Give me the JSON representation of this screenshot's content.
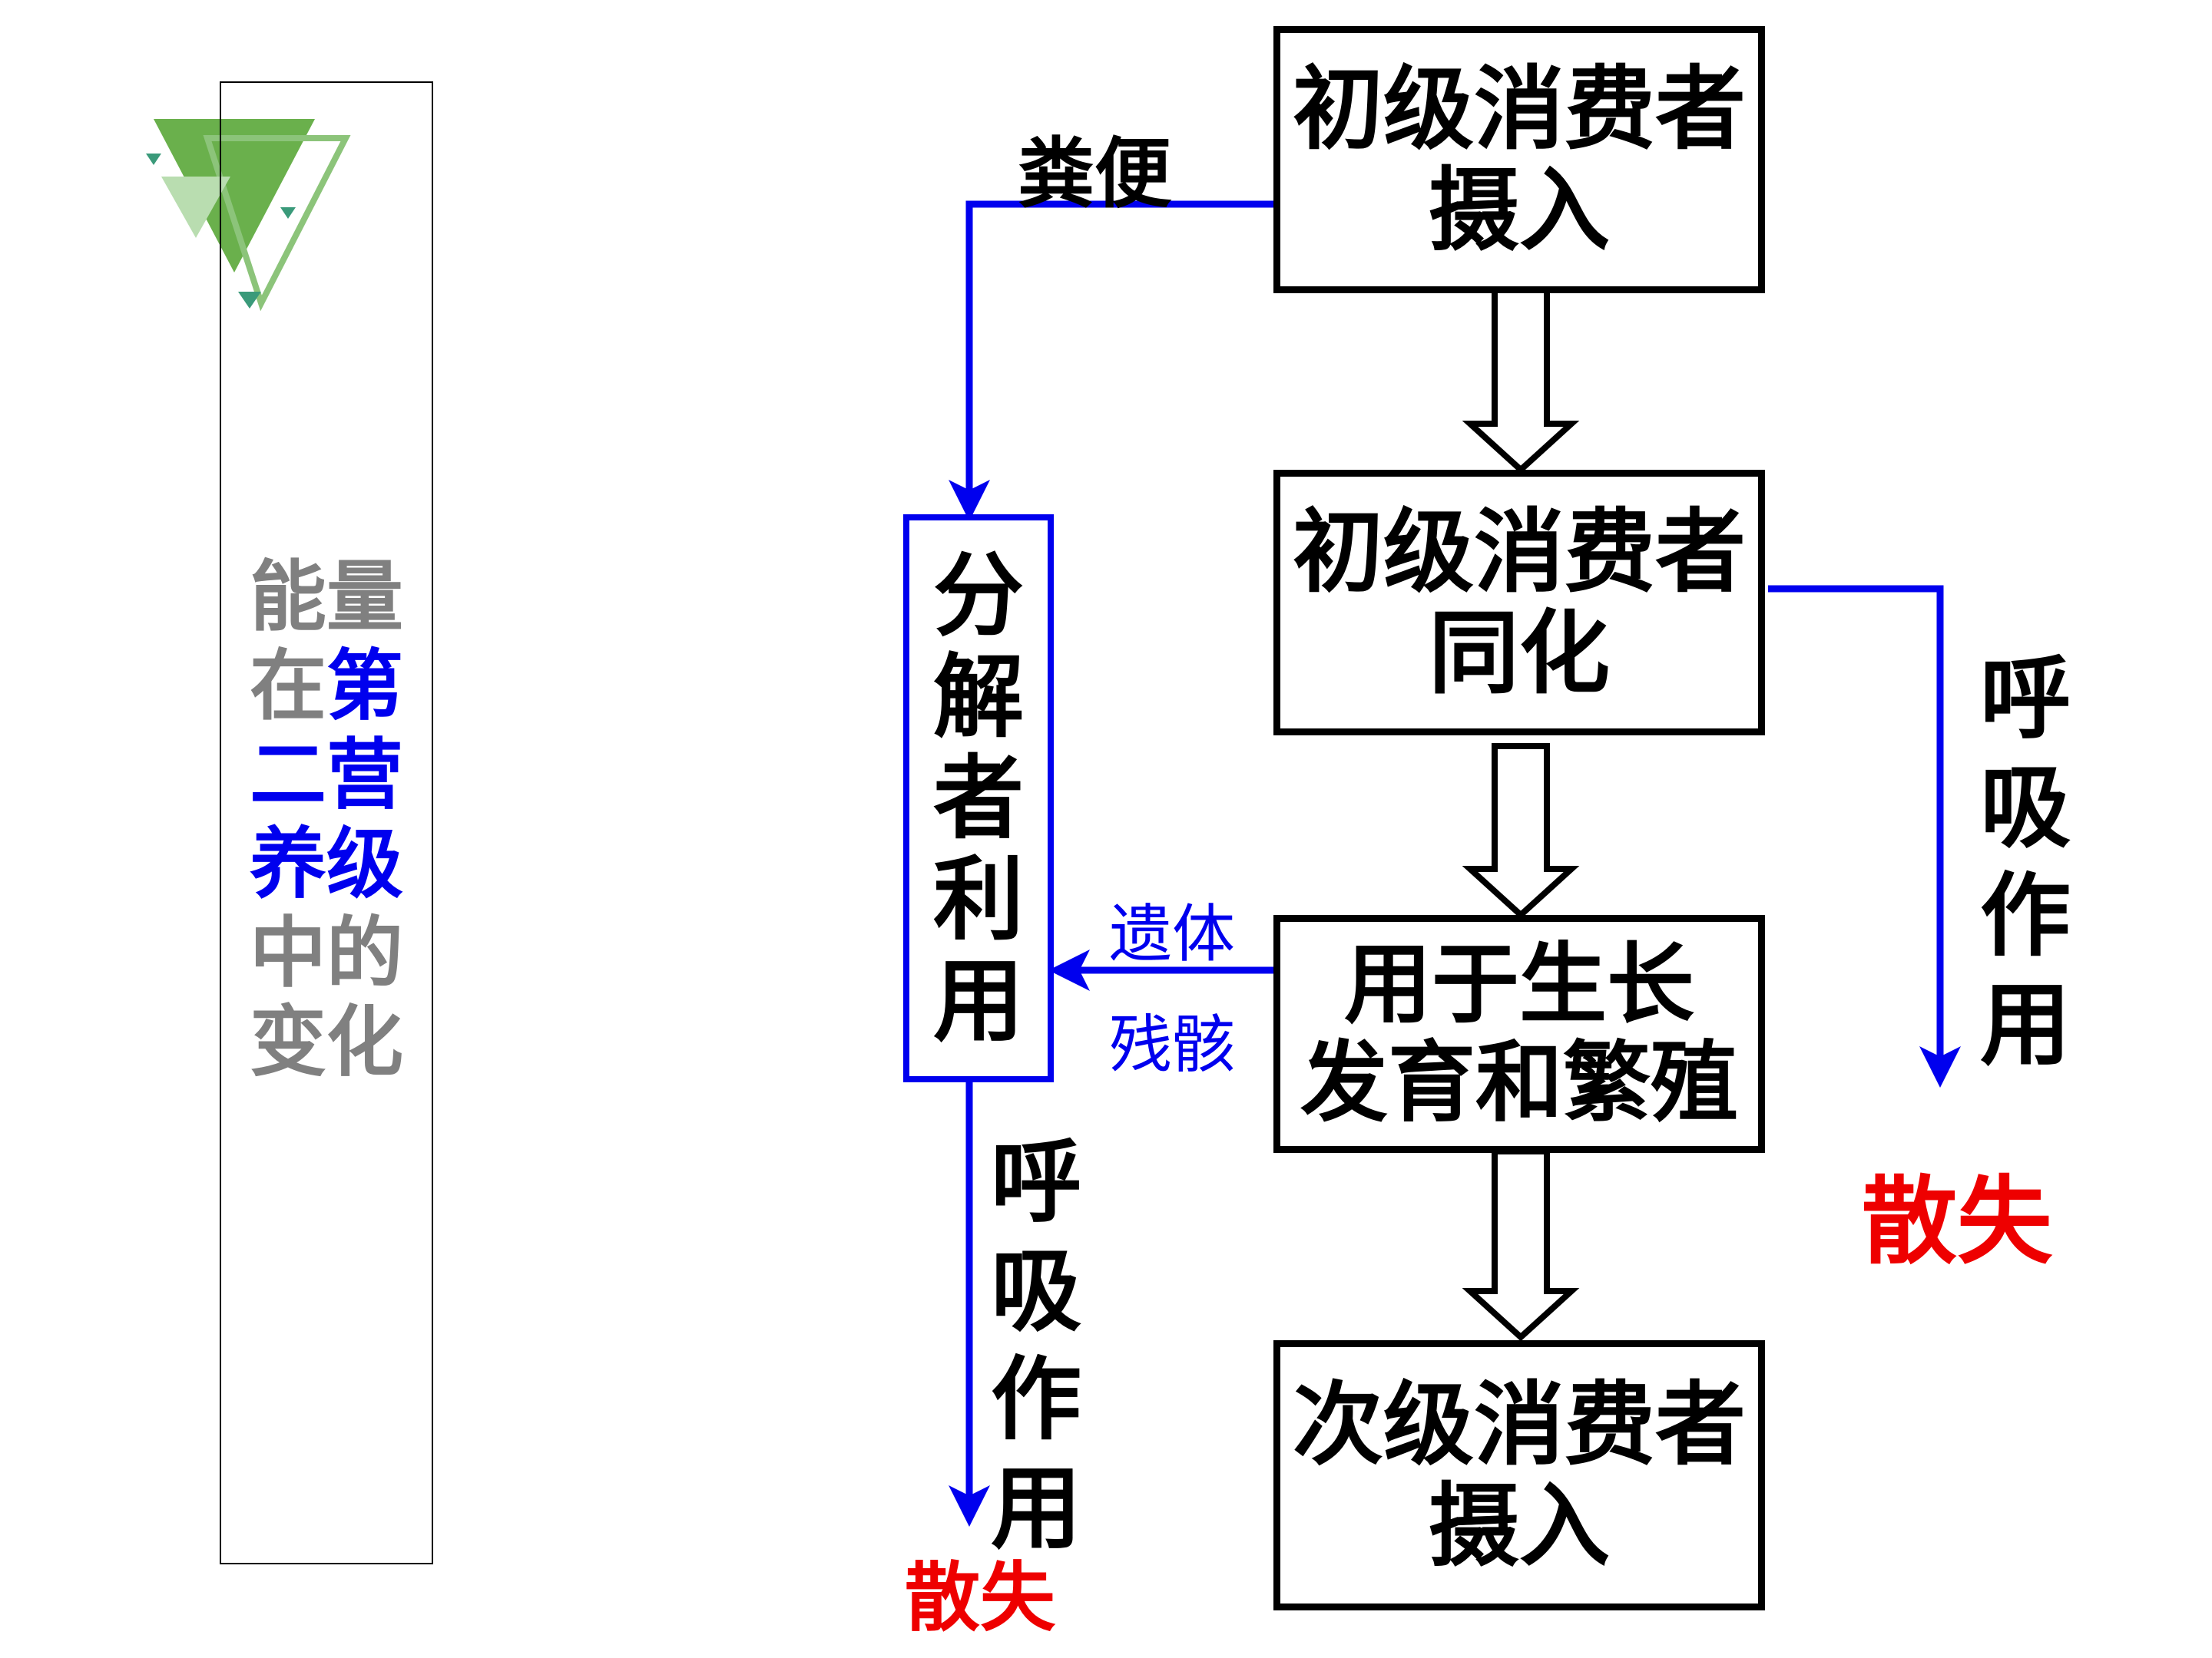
{
  "side_title": {
    "lines": [
      [
        {
          "text": "能量",
          "color": "#808080"
        }
      ],
      [
        {
          "text": "在",
          "color": "#808080"
        },
        {
          "text": "第",
          "color": "#0000ee"
        }
      ],
      [
        {
          "text": "二营",
          "color": "#0000ee"
        }
      ],
      [
        {
          "text": "养级",
          "color": "#0000ee"
        }
      ],
      [
        {
          "text": "中的",
          "color": "#808080"
        }
      ],
      [
        {
          "text": "变化",
          "color": "#808080"
        }
      ]
    ]
  },
  "boxes": {
    "intake": {
      "line1": "初级消费者",
      "line2": "摄入"
    },
    "assimilation": {
      "line1": "初级消费者",
      "line2": "同化"
    },
    "growth": {
      "line1": "用于生长",
      "line2": "发育和繁殖"
    },
    "next_intake": {
      "line1": "次级消费者",
      "line2": "摄入"
    },
    "decomposer": {
      "chars": [
        "分",
        "解",
        "者",
        "利",
        "用"
      ]
    }
  },
  "labels": {
    "feces": "粪便",
    "remains_1": "遗体",
    "remains_2": "残骸",
    "respiration_right": [
      "呼",
      "吸",
      "作",
      "用"
    ],
    "respiration_left": [
      "呼",
      "吸",
      "作",
      "用"
    ],
    "loss_right": "散失",
    "loss_left": "散失"
  },
  "colors": {
    "flow_line": "#0000ee",
    "loss_text": "#ee0000",
    "box_border": "#000000",
    "logo_green": "#6ab04c"
  },
  "icons": {
    "logo": "green-triangle-logo-icon"
  }
}
